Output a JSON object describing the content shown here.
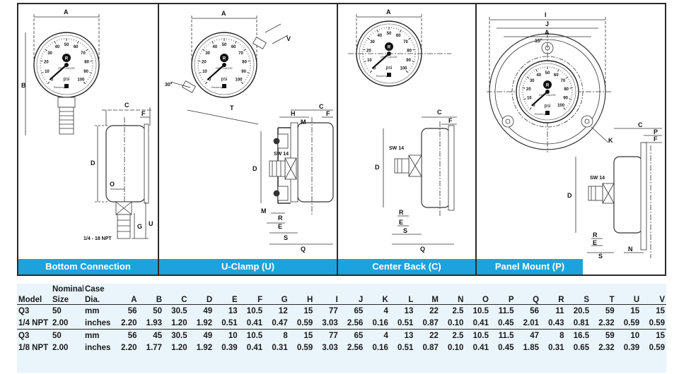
{
  "panels": [
    {
      "id": "bottom",
      "caption": "Bottom Connection"
    },
    {
      "id": "uclamp",
      "caption": "U-Clamp (U)"
    },
    {
      "id": "center",
      "caption": "Center Back (C)"
    },
    {
      "id": "panel",
      "caption": "Panel Mount (P)"
    }
  ],
  "dial": {
    "numbers": [
      "0",
      "10",
      "20",
      "30",
      "40",
      "50",
      "60",
      "70",
      "80",
      "90",
      "100"
    ],
    "unit": "psi",
    "fine_print": "DRY GAUGE",
    "brand": "Reotemp",
    "logo_letter": "R"
  },
  "dims": {
    "A": "A",
    "B": "B",
    "C": "C",
    "D": "D",
    "E": "E",
    "F": "F",
    "G": "G",
    "H": "H",
    "I": "I",
    "J": "J",
    "K": "K",
    "M": "M",
    "N": "N",
    "O": "O",
    "P": "P",
    "Q": "Q",
    "R": "R",
    "S": "S",
    "T": "T",
    "U": "U",
    "V": "V",
    "thread": "1/4 - 18 NPT",
    "wrench": "SW 14",
    "angle30": "30°",
    "angle15": "15°"
  },
  "table": {
    "header_top": [
      "",
      "Nominal",
      "Case"
    ],
    "header": [
      "Model",
      "Size",
      "Dia.",
      "A",
      "B",
      "C",
      "D",
      "E",
      "F",
      "G",
      "H",
      "I",
      "J",
      "K",
      "L",
      "M",
      "N",
      "O",
      "P",
      "Q",
      "R",
      "S",
      "T",
      "U",
      "V"
    ],
    "rows": [
      [
        "Q3",
        "50",
        "mm",
        "56",
        "50",
        "30.5",
        "49",
        "13",
        "10.5",
        "12",
        "15",
        "77",
        "65",
        "4",
        "13",
        "22",
        "2.5",
        "10.5",
        "11.5",
        "56",
        "11",
        "20.5",
        "59",
        "15",
        "15"
      ],
      [
        "1/4 NPT",
        "2.00",
        "inches",
        "2.20",
        "1.93",
        "1.20",
        "1.92",
        "0.51",
        "0.41",
        "0.47",
        "0.59",
        "3.03",
        "2.56",
        "0.16",
        "0.51",
        "0.87",
        "0.10",
        "0.41",
        "0.45",
        "2.01",
        "0.43",
        "0.81",
        "2.32",
        "0.59",
        "0.59"
      ],
      [
        "Q3",
        "50",
        "mm",
        "56",
        "45",
        "30.5",
        "49",
        "10",
        "10.5",
        "8",
        "15",
        "77",
        "65",
        "4",
        "13",
        "22",
        "2.5",
        "10.5",
        "11.5",
        "47",
        "8",
        "16.5",
        "59",
        "10",
        "15"
      ],
      [
        "1/8 NPT",
        "2.00",
        "inches",
        "2.20",
        "1.77",
        "1.20",
        "1.92",
        "0.39",
        "0.41",
        "0.31",
        "0.59",
        "3.03",
        "2.56",
        "0.16",
        "0.51",
        "0.87",
        "0.10",
        "0.41",
        "0.45",
        "1.85",
        "0.31",
        "0.65",
        "2.32",
        "0.39",
        "0.59"
      ]
    ]
  },
  "colors": {
    "caption_bg": "#1ea2dd",
    "caption_text": "#ffffff",
    "table_bg": "#e9f4fb",
    "outline": "#2a2a2a"
  }
}
